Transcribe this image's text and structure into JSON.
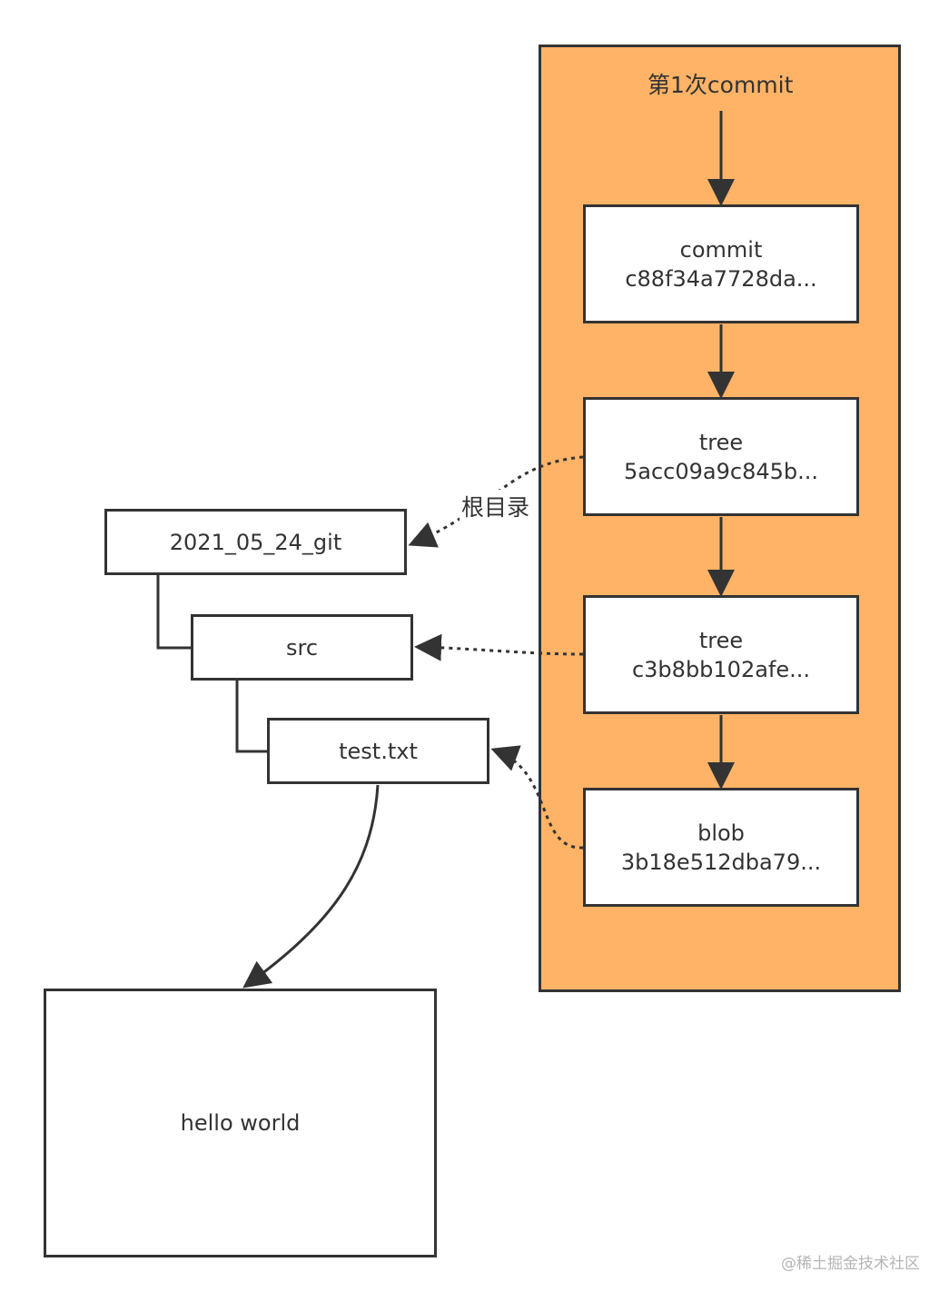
{
  "panel": {
    "title": "第1次commit",
    "commit": {
      "type": "commit",
      "hash": "c88f34a7728da..."
    },
    "root_tree": {
      "type": "tree",
      "hash": "5acc09a9c845b..."
    },
    "sub_tree": {
      "type": "tree",
      "hash": "c3b8bb102afe..."
    },
    "blob": {
      "type": "blob",
      "hash": "3b18e512dba79..."
    }
  },
  "edge_label": "根目录",
  "files": {
    "root_dir": "2021_05_24_git",
    "src_dir": "src",
    "file": "test.txt"
  },
  "content_box": "hello world",
  "watermark": "@稀土掘金技术社区",
  "colors": {
    "panel_fill": "#ffb366",
    "stroke": "#333333",
    "box_fill": "#ffffff"
  }
}
